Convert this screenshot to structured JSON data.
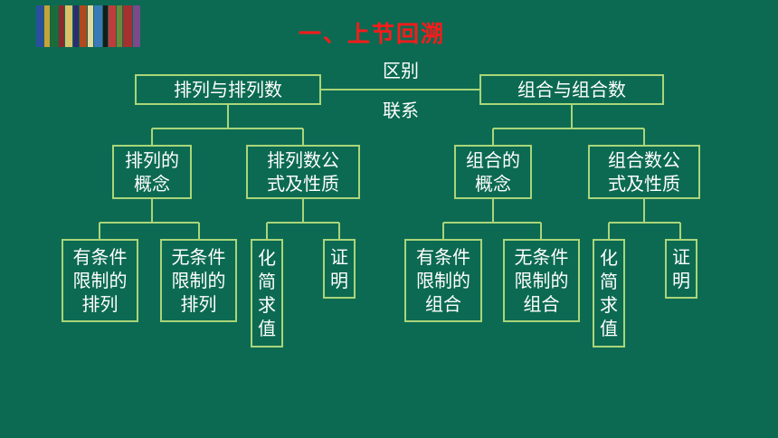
{
  "title": "一、上节回溯",
  "top": {
    "left_box": "排列与排列数",
    "right_box": "组合与组合数",
    "relation_upper": "区别",
    "relation_lower": "联系"
  },
  "permutation": {
    "concept": [
      "排列的",
      "概念"
    ],
    "formula": [
      "排列数公",
      "式及性质"
    ],
    "conditional": [
      "有条件",
      "限制的",
      "排列"
    ],
    "unconditional": [
      "无条件",
      "限制的",
      "排列"
    ],
    "simplify": [
      "化",
      "简",
      "求",
      "值"
    ],
    "prove": [
      "证",
      "明"
    ]
  },
  "combination": {
    "concept": [
      "组合的",
      "概念"
    ],
    "formula": [
      "组合数公",
      "式及性质"
    ],
    "conditional": [
      "有条件",
      "限制的",
      "组合"
    ],
    "unconditional": [
      "无条件",
      "限制的",
      "组合"
    ],
    "simplify": [
      "化",
      "简",
      "求",
      "值"
    ],
    "prove": [
      "证",
      "明"
    ]
  },
  "colors": {
    "background": "#0c6a52",
    "line": "#a9d57a",
    "title": "#ff1a1a",
    "text": "#ffffff"
  },
  "icon": "book-shelf-icon"
}
